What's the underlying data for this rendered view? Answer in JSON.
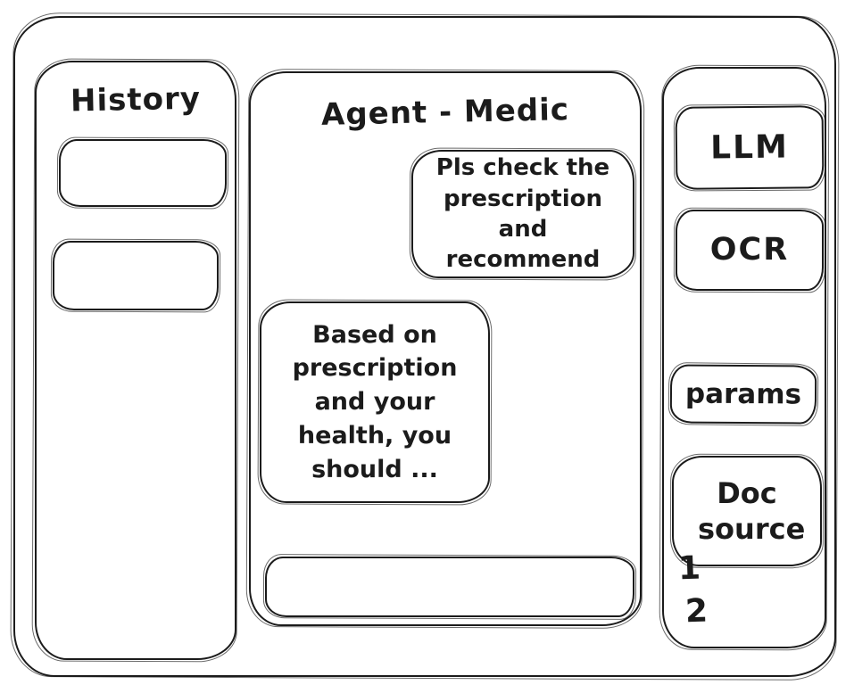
{
  "window": {
    "left_sidebar": {
      "title": "History"
    },
    "main": {
      "title": "Agent - Medic",
      "messages": [
        {
          "role": "user",
          "text": "Pls check the prescription and recommend"
        },
        {
          "role": "assistant",
          "text": "Based on prescription and your health, you should ..."
        }
      ],
      "input": {
        "value": ""
      }
    },
    "right_sidebar": {
      "buttons": [
        {
          "id": "llm",
          "label": "LLM"
        },
        {
          "id": "ocr",
          "label": "OCR"
        },
        {
          "id": "params",
          "label": "params"
        },
        {
          "id": "doc_source",
          "label": "Doc source"
        }
      ],
      "doc_list": [
        "1",
        "2"
      ]
    }
  },
  "colors": {
    "stroke": "#1b1b1b",
    "background": "#ffffff"
  }
}
